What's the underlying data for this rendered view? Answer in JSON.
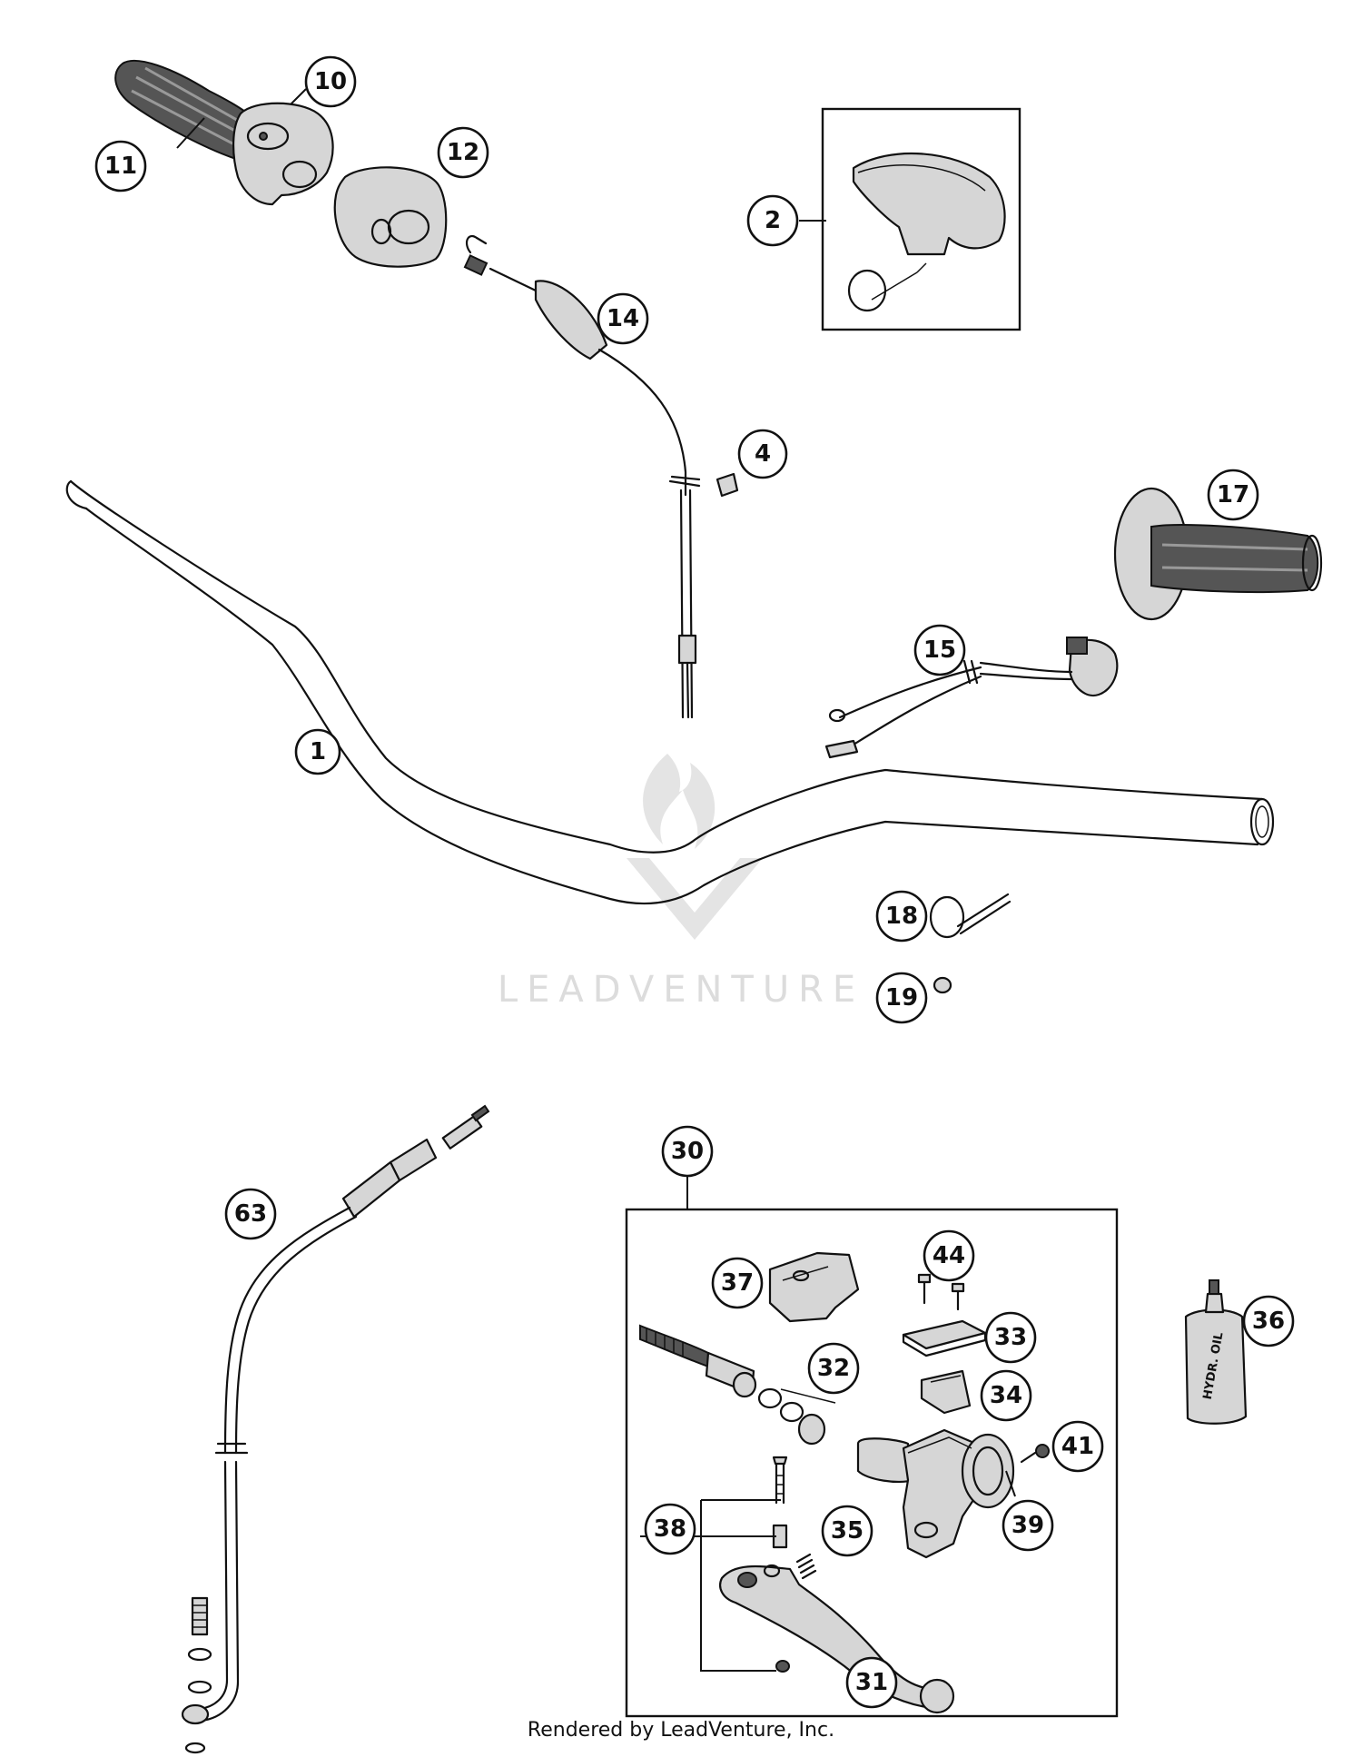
{
  "diagram": {
    "watermark_text": "LEADVENTURE",
    "footer_text": "Rendered by LeadVenture, Inc.",
    "bottle_label": "HYDR. OIL",
    "callouts": {
      "c1": "1",
      "c2": "2",
      "c4": "4",
      "c10": "10",
      "c11": "11",
      "c12": "12",
      "c14": "14",
      "c15": "15",
      "c17": "17",
      "c18": "18",
      "c19": "19",
      "c30": "30",
      "c31": "31",
      "c32": "32",
      "c33": "33",
      "c34": "34",
      "c35": "35",
      "c36": "36",
      "c37": "37",
      "c38": "38",
      "c39": "39",
      "c41": "41",
      "c44": "44",
      "c63": "63"
    }
  }
}
